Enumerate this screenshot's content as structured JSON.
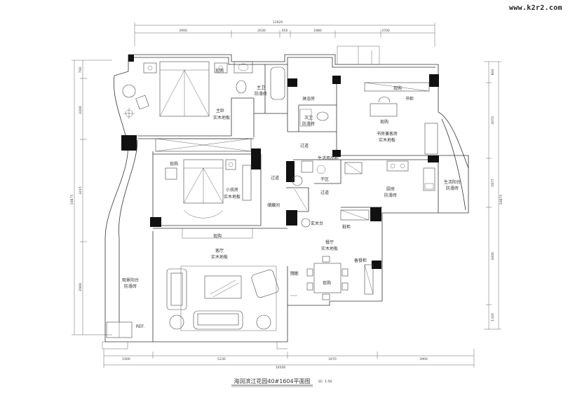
{
  "watermark": "www.k2r2.com",
  "title": "海润滨江花园40#1604平面图",
  "scale_note": "SC: 1:50",
  "rooms": {
    "master_bedroom": "主卧",
    "master_floor": "实木地板",
    "master_closet": "现购",
    "master_bath": "主卫",
    "master_bath_floor": "防滑砖",
    "shower": "淋浴房",
    "guest_bath": "次卫",
    "guest_bath_floor": "防滑砖",
    "study": "书房兼客房",
    "study_floor": "实木地板",
    "study_closet": "现购",
    "study_desk": "现购",
    "bookcase": "书柜",
    "corridor": "过道",
    "corridor2": "过道",
    "corridor3": "过道",
    "supplies": "生活用品柜",
    "dry_area": "干区",
    "small_bedroom": "小孩房",
    "small_floor": "实木地板",
    "small_closet": "现购",
    "storage": "储藏间",
    "kitchen": "厨房",
    "kitchen_floor": "防滑砖",
    "utility_balcony": "生活阳台",
    "utility_balcony_floor": "防滑砖",
    "shoe_cabinet": "鞋柜",
    "foyer": "玄关台",
    "dining": "餐厅",
    "dining_floor": "实木地板",
    "sideboard": "备餐柜",
    "partition": "隔断",
    "dining_table": "现购",
    "living": "客厅",
    "living_floor": "实木地板",
    "living_tv": "现购",
    "view_balcony": "观景阳台",
    "view_balcony_floor": "防滑砖",
    "fridge": "REF."
  },
  "dimensions": {
    "top_total": "11920",
    "top": [
      "3900",
      "2030",
      "450",
      "1880",
      "3700"
    ],
    "bottom_total": "14500",
    "bottom": [
      "1900",
      "5230",
      "3470",
      "3900"
    ],
    "left": [
      "700",
      "2400",
      "3415",
      "2900"
    ],
    "left_total": "10875",
    "right": [
      "800",
      "3070",
      "1875",
      "3000",
      "1320"
    ],
    "right_total": "10875"
  }
}
